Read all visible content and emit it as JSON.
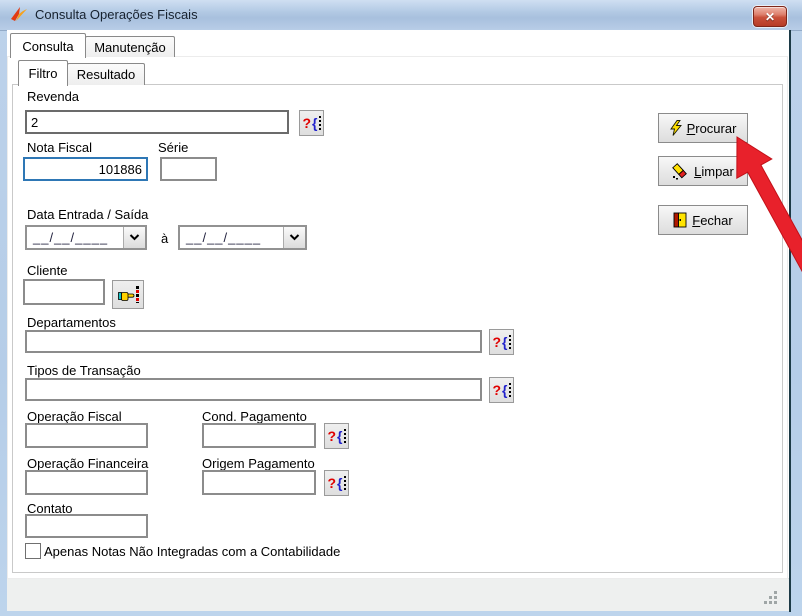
{
  "window": {
    "title": "Consulta Operações Fiscais",
    "close_glyph": "✕"
  },
  "tabs": {
    "consulta": "Consulta",
    "manutencao": "Manutenção",
    "filtro": "Filtro",
    "resultado": "Resultado"
  },
  "fields": {
    "revenda": {
      "label": "Revenda",
      "value": "2"
    },
    "nota_fiscal": {
      "label": "Nota Fiscal",
      "value": "101886"
    },
    "serie": {
      "label": "Série",
      "value": ""
    },
    "data_entrada_saida": {
      "label": "Data Entrada / Saída",
      "mask": "__/__/____",
      "separator": "à"
    },
    "cliente": {
      "label": "Cliente",
      "value": ""
    },
    "departamentos": {
      "label": "Departamentos",
      "value": ""
    },
    "tipos_transacao": {
      "label": "Tipos de Transação",
      "value": ""
    },
    "operacao_fiscal": {
      "label": "Operação Fiscal",
      "value": ""
    },
    "cond_pagamento": {
      "label": "Cond. Pagamento",
      "value": ""
    },
    "operacao_financeira": {
      "label": "Operação Financeira",
      "value": ""
    },
    "origem_pagamento": {
      "label": "Origem Pagamento",
      "value": ""
    },
    "contato": {
      "label": "Contato",
      "value": ""
    }
  },
  "checkbox": {
    "label": "Apenas Notas Não Integradas com a Contabilidade",
    "checked": false
  },
  "buttons": {
    "procurar": {
      "accel": "P",
      "rest": "rocurar"
    },
    "limpar": {
      "accel": "L",
      "rest": "impar"
    },
    "fechar": {
      "accel": "F",
      "rest": "echar"
    }
  },
  "icons": {
    "lookup": "?{ lookup-icon",
    "hand": "pointing-hand-icon",
    "procurar": "lightning-icon",
    "limpar": "eraser-icon",
    "fechar": "door-exit-icon"
  },
  "colors": {
    "titlebar_blue": "#aec5e0",
    "window_border_blue": "#b8cfe9",
    "close_red": "#c9503a",
    "focus_border_blue": "#2e77b5",
    "annotation_arrow_red": "#e8212b",
    "lookup_question_red": "#e00000",
    "lookup_brace_blue": "#2222cc"
  }
}
